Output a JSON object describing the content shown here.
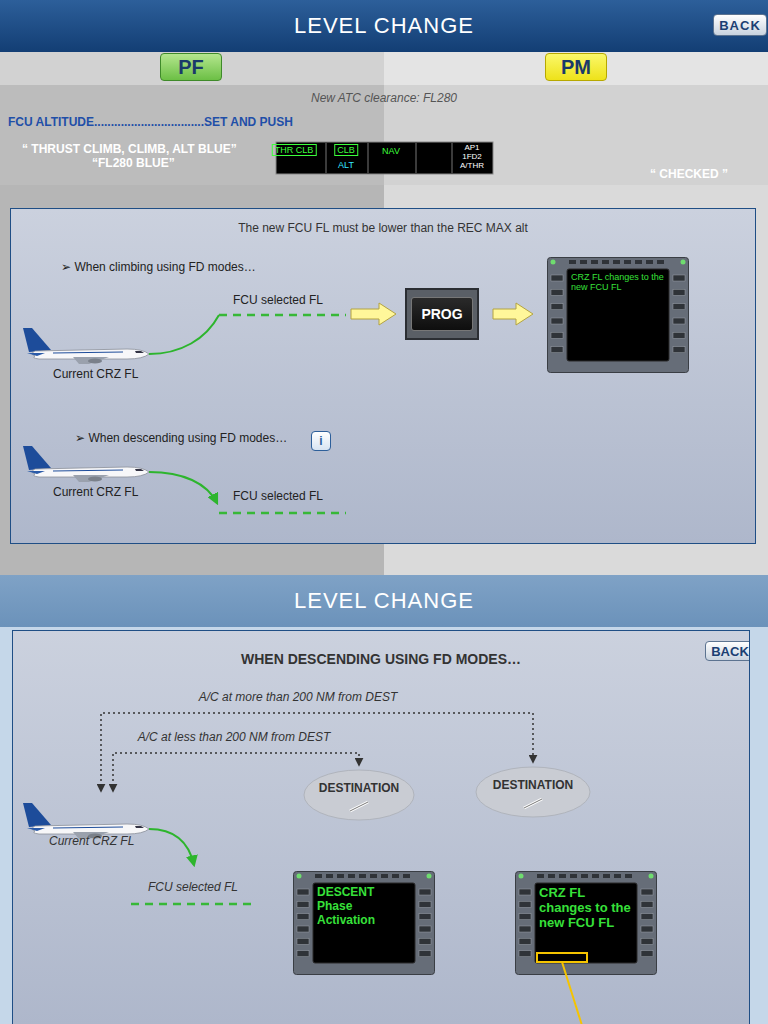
{
  "diagram": {
    "nodes": [
      {
        "text": [
          "LEVEL CHANGE"
        ]
      },
      {
        "text": [
          "BACK"
        ],
        "in": 0
      },
      {
        "text": [
          "PF"
        ]
      },
      {
        "text": [
          "PM"
        ]
      },
      {
        "text": [
          "The new FCU FL must be lower than the REC MAX alt"
        ]
      },
      {
        "text": [
          "PROG"
        ],
        "in": 4
      },
      {
        "text": [
          "CRZ FL changes to the new FCU FL"
        ],
        "in": 4
      },
      {
        "text": [
          "i"
        ],
        "in": 4
      },
      {
        "text": [
          "LEVEL CHANGE"
        ]
      },
      {
        "text": [
          "WHEN DESCENDING USING FD MODES…"
        ]
      },
      {
        "text": [
          "BACK"
        ],
        "in": 9
      },
      {
        "text": [
          "DESTINATION"
        ],
        "in": 9
      },
      {
        "text": [
          "DESTINATION"
        ],
        "in": 9
      },
      {
        "text": [
          "DESCENT Phase Activation"
        ],
        "in": 9
      },
      {
        "text": [
          "CRZ FL changes to the new FCU FL"
        ],
        "in": 9
      }
    ],
    "edges": [
      {
        "from": 5,
        "to": 6,
        "arrow": "to"
      }
    ],
    "labels": [
      "New ATC clearance: FL280",
      "FCU ALTITUDE.................................SET AND PUSH",
      "“ THRUST CLIMB, CLIMB,  ALT BLUE”",
      "“FL280 BLUE”",
      "THR CLB",
      "CLB",
      "ALT",
      "NAV",
      "AP1",
      "1FD2",
      "A/THR",
      "“ CHECKED ”",
      "➢ When climbing using FD modes…",
      "FCU selected FL",
      "Current CRZ FL",
      "➢ When descending using FD modes…",
      "Current CRZ FL",
      "FCU selected FL",
      "A/C at more than 200 NM from DEST",
      "A/C at less than 200 NM from DEST",
      "Current CRZ FL",
      "FCU selected FL"
    ]
  }
}
